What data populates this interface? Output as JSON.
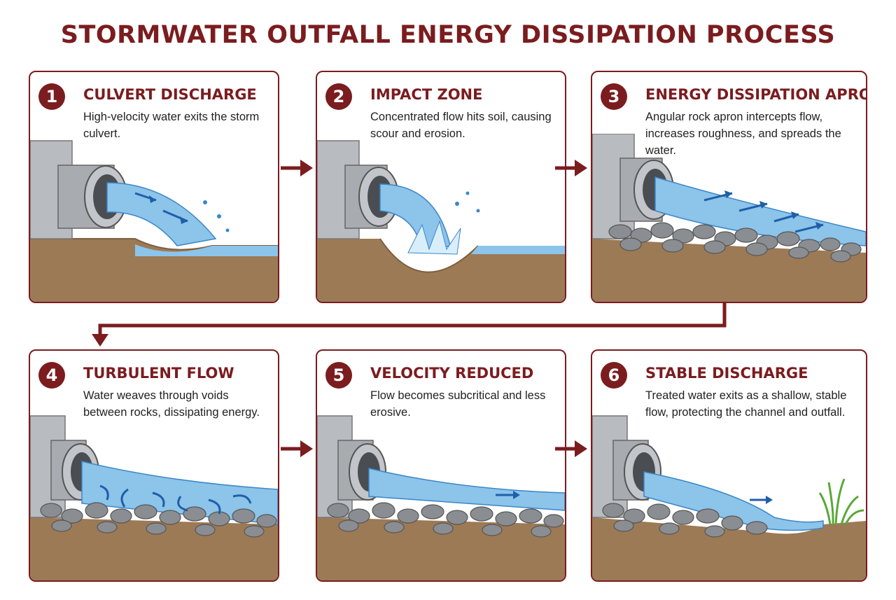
{
  "title": "STORMWATER OUTFALL ENERGY DISSIPATION PROCESS",
  "steps": [
    {
      "number": "1",
      "title": "CULVERT DISCHARGE",
      "description": "High-velocity water exits the storm culvert."
    },
    {
      "number": "2",
      "title": "IMPACT ZONE",
      "description": "Concentrated flow hits soil, causing scour and erosion."
    },
    {
      "number": "3",
      "title": "ENERGY DISSIPATION APRON",
      "description": "Angular rock apron intercepts flow, increases roughness, and spreads the water."
    },
    {
      "number": "4",
      "title": "TURBULENT FLOW",
      "description": "Water weaves through voids between rocks, dissipating energy."
    },
    {
      "number": "5",
      "title": "VELOCITY REDUCED",
      "description": "Flow becomes subcritical and less erosive."
    },
    {
      "number": "6",
      "title": "STABLE DISCHARGE",
      "description": "Treated water exits as a shallow, stable flow, protecting the channel and outfall."
    }
  ],
  "colors": {
    "accent": "#7b1c1f",
    "water": "#8cc4ea",
    "water_dark": "#3b86c8",
    "soil": "#9c7a55",
    "rock": "#8a8d91",
    "concrete": "#b8bbbf",
    "arrow_blue": "#1f5fa8",
    "grass": "#5aa83a"
  }
}
